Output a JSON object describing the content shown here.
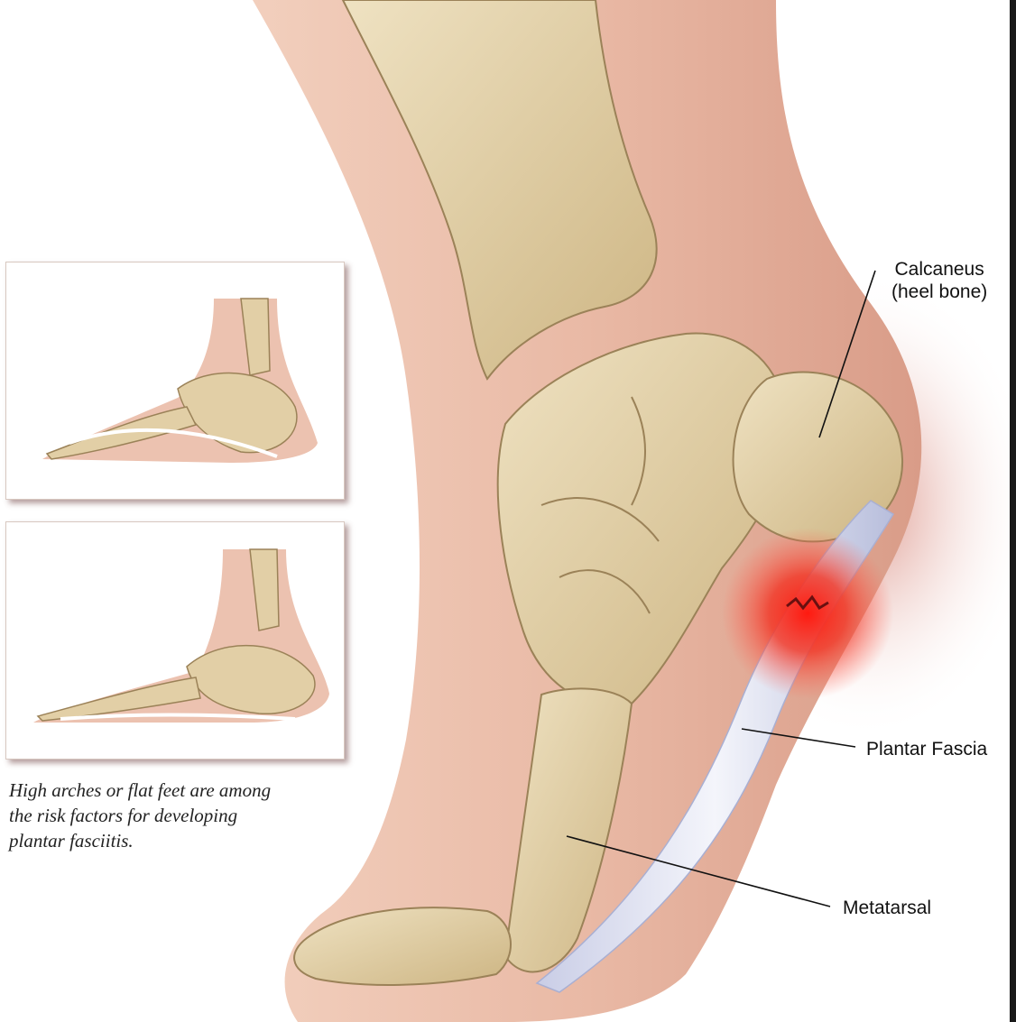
{
  "labels": {
    "calcaneus_line1": "Calcaneus",
    "calcaneus_line2": "(heel bone)",
    "plantar_fascia": "Plantar Fascia",
    "metatarsal": "Metatarsal"
  },
  "caption": {
    "line1": "High arches or flat feet are among",
    "line2": "the risk factors for developing",
    "line3": "plantar fasciitis."
  },
  "colors": {
    "skin": "#e8b8a4",
    "bone": "#e2cfa6",
    "inflammation": "#e8231c",
    "fascia": "#dfe3f3"
  }
}
